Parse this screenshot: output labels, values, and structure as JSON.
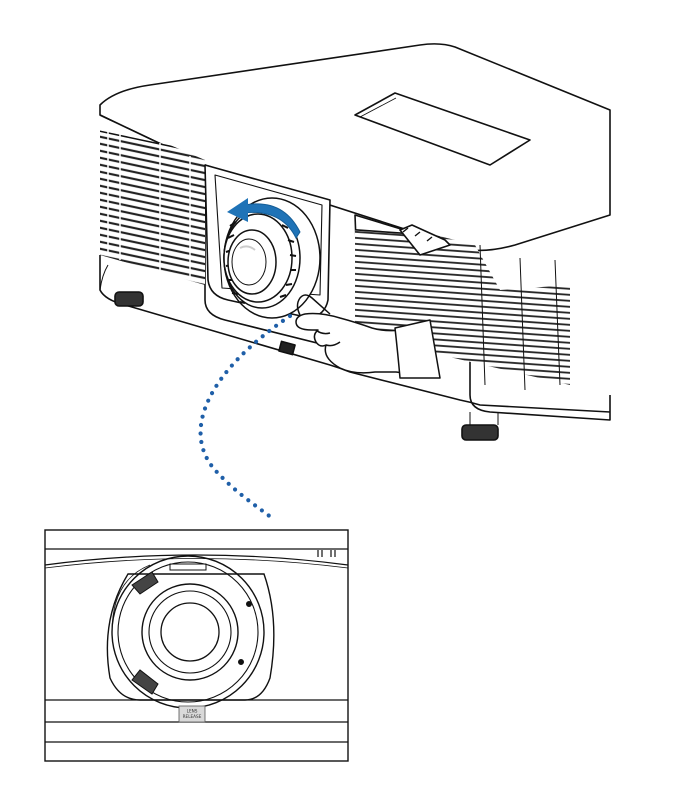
{
  "lens_release_label": {
    "line1": "LENS",
    "line2": "RELEASE"
  },
  "colors": {
    "line": "#111111",
    "rotation_arrow": "#1f73b7",
    "dotted_path": "#1f5fa8",
    "label_box": "#d9d9d9"
  },
  "icons": [
    "projector-body",
    "lens-unit",
    "hand",
    "rotation-arrow",
    "dotted-callout-path",
    "lens-mount-detail"
  ]
}
